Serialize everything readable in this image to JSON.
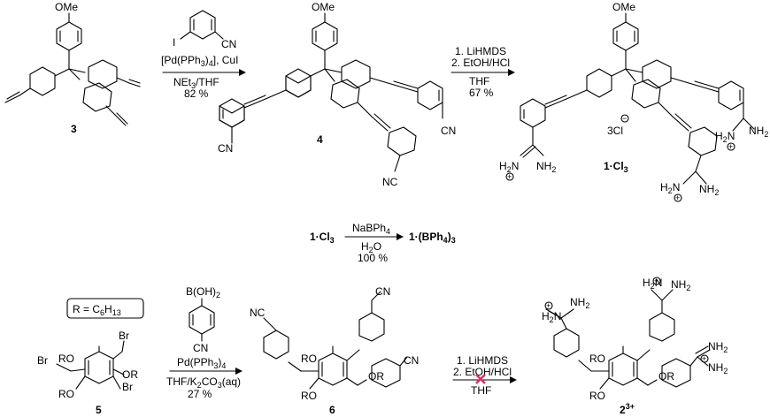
{
  "compounds": {
    "c3": "3",
    "c4": "4",
    "c1cl3": "1·Cl",
    "c1cl3_sub": "3",
    "c5": "5",
    "c6": "6",
    "c2": "2",
    "c2_sup": "3+"
  },
  "groups": {
    "ome": "OMe",
    "cn": "CN",
    "nc": "NC",
    "i": "I",
    "br": "Br",
    "ro": "RO",
    "or": "OR",
    "nh2": "NH",
    "h2n": "H",
    "n2": "N",
    "cl": "3Cl",
    "plus": "+",
    "minus": "−",
    "boh2": "B(OH)",
    "two": "2"
  },
  "reaction1": {
    "cond1_a": "[Pd(PPh",
    "cond1_b": "3",
    "cond1_c": ")",
    "cond1_d": "4",
    "cond1_e": "], CuI",
    "cond2_a": "NEt",
    "cond2_b": "3",
    "cond2_c": "/THF",
    "yield": "82 %"
  },
  "reaction2": {
    "step1": "1. LiHMDS",
    "step2": "2. EtOH/HCl",
    "solvent": "THF",
    "yield": "67 %"
  },
  "reaction3": {
    "reagent_a": "NaBPh",
    "reagent_b": "4",
    "solvent_a": "H",
    "solvent_b": "2",
    "solvent_c": "O",
    "yield": "100 %",
    "start": "1·Cl",
    "start_sub": "3",
    "product_a": "1·(BPh",
    "product_b": "4",
    "product_c": ")",
    "product_d": "3"
  },
  "reaction4": {
    "cond1_a": "Pd(PPh",
    "cond1_b": "3",
    "cond1_c": ")",
    "cond1_d": "4",
    "cond2_a": "THF/K",
    "cond2_b": "2",
    "cond2_c": "CO",
    "cond2_d": "3",
    "cond2_e": "(aq)",
    "yield": "27 %"
  },
  "reaction5": {
    "step1": "1. LiHMDS",
    "step2": "2. EtOH/HCl",
    "solvent": "THF",
    "failed_mark_color": "#d6336c"
  },
  "r_definition": {
    "a": "R = C",
    "b": "6",
    "c": "H",
    "d": "13"
  }
}
